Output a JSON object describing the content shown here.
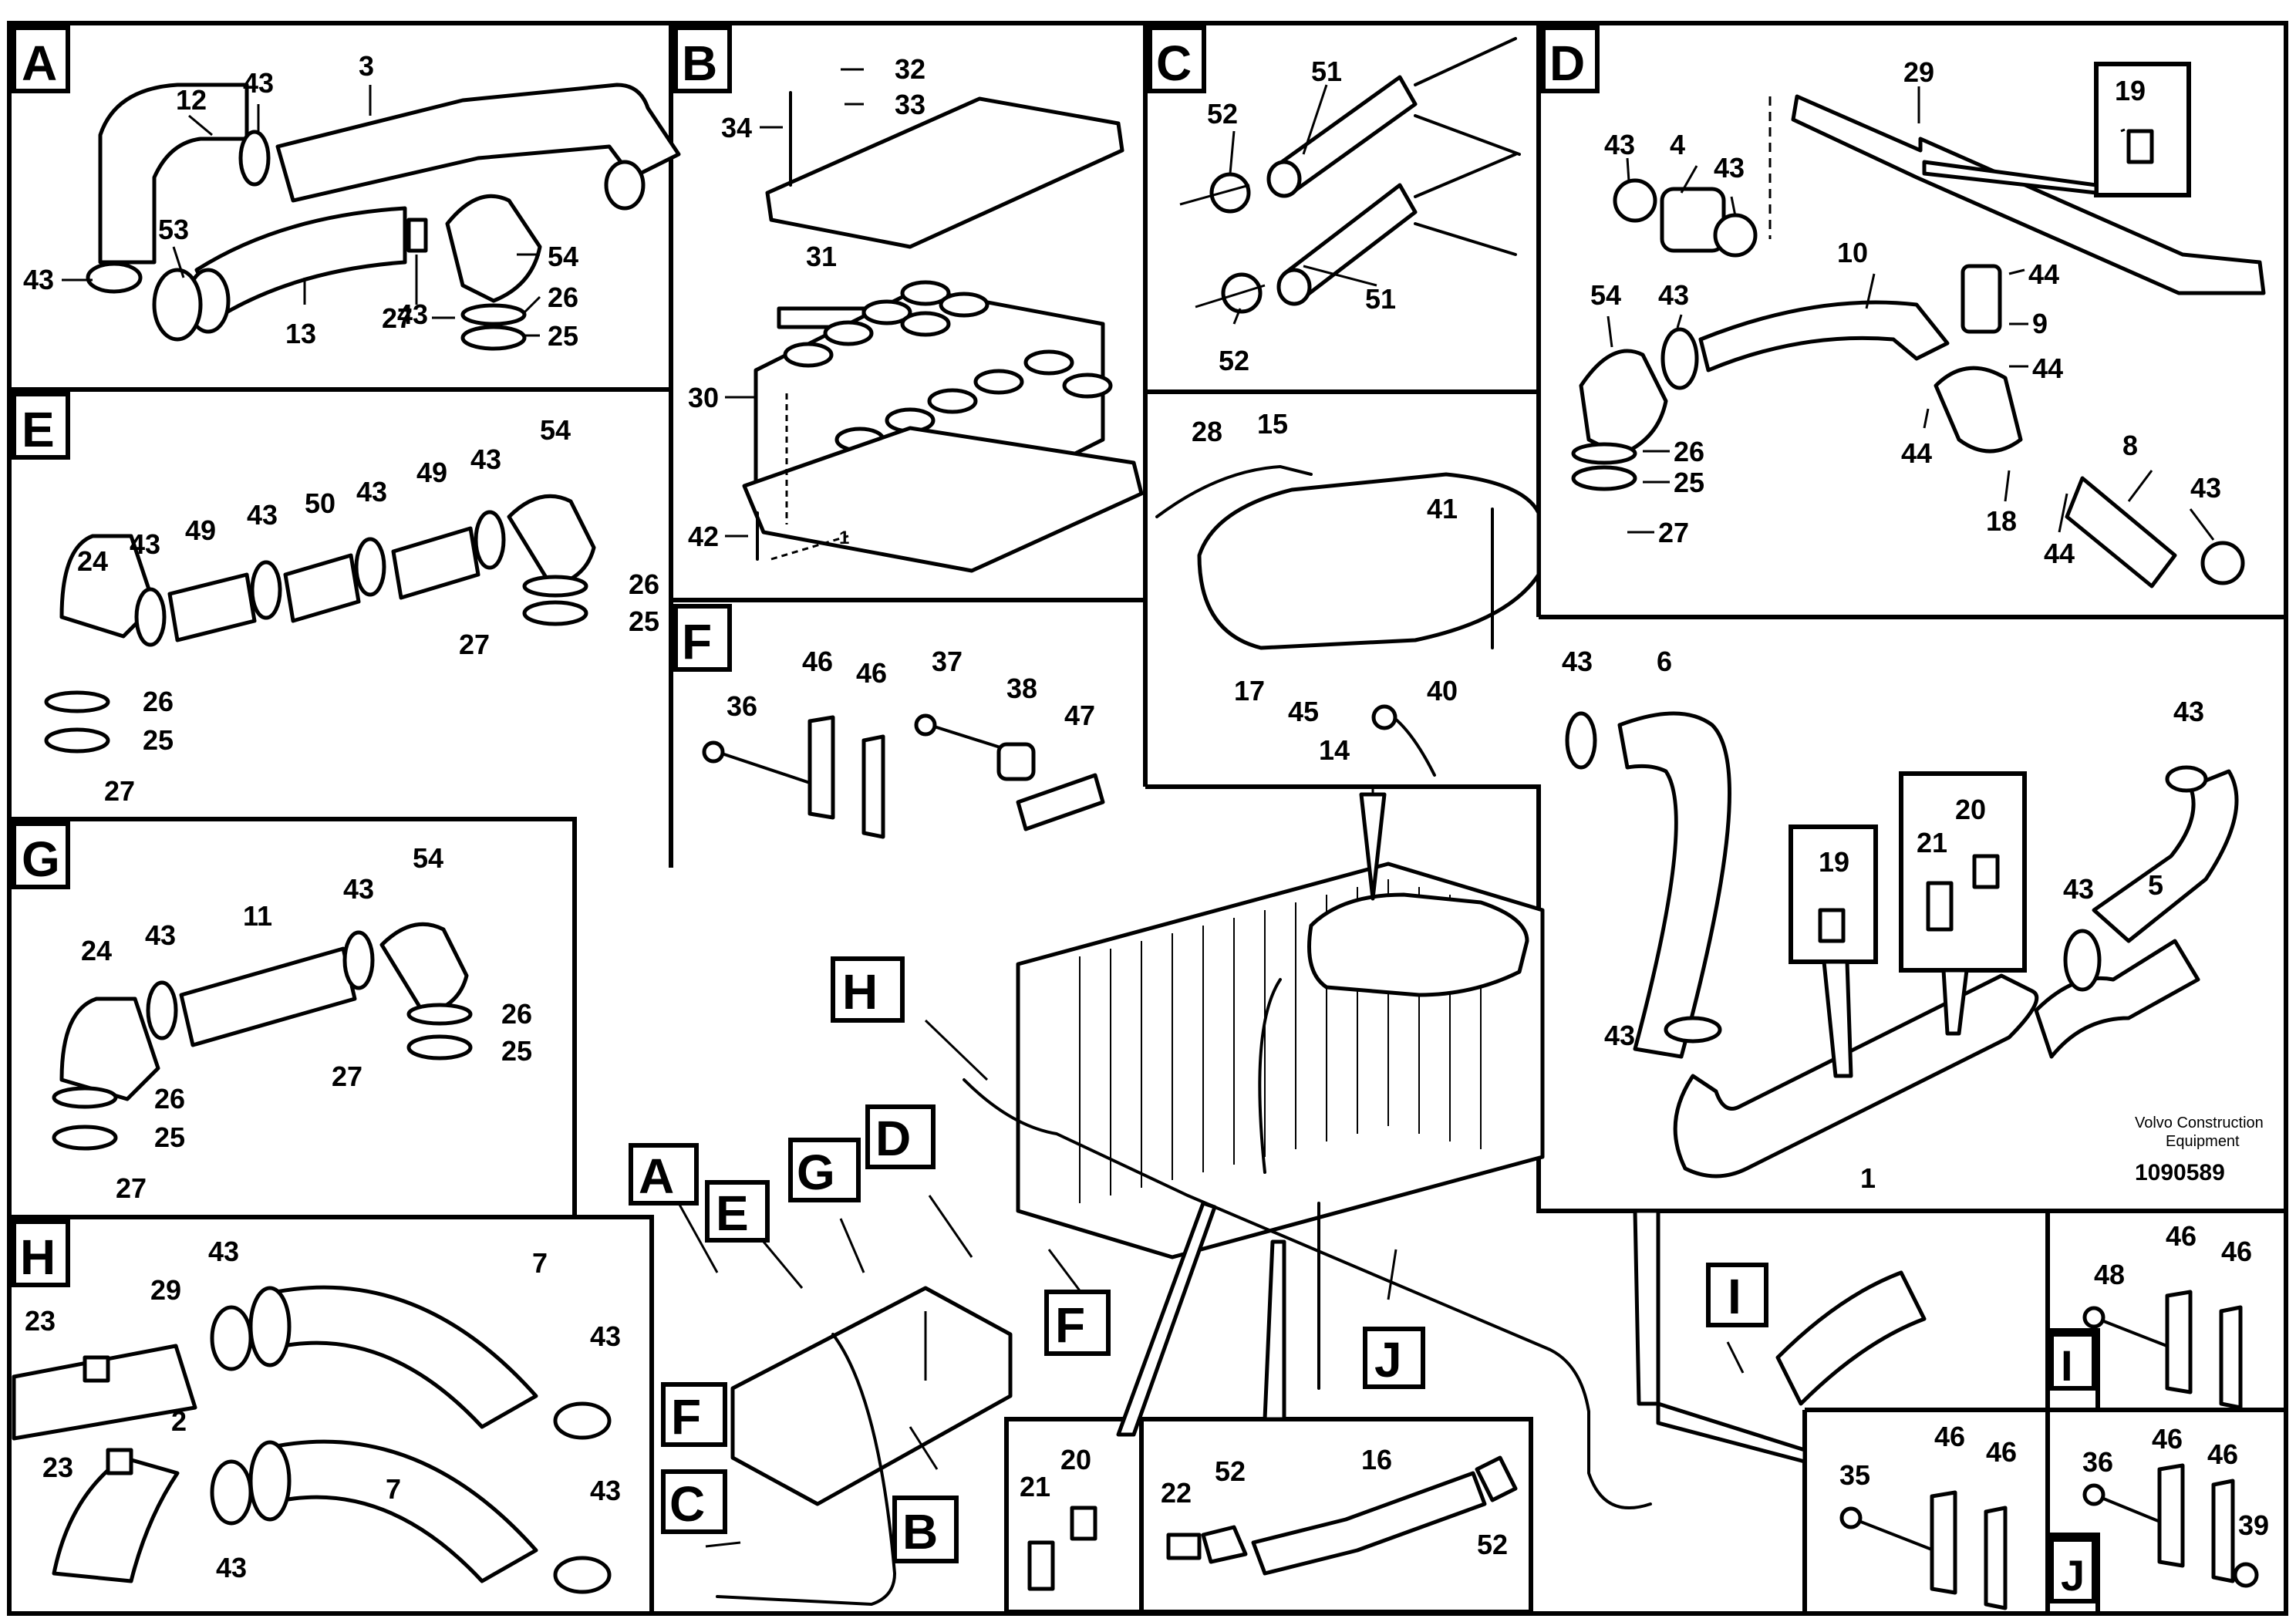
{
  "credit": {
    "line1": "Volvo Construction",
    "line2": "Equipment",
    "doc_number": "1090589"
  },
  "panels": {
    "A": {
      "letter": "A",
      "callouts": [
        "12",
        "43",
        "3",
        "53",
        "54",
        "43",
        "26",
        "13",
        "43",
        "25",
        "27"
      ]
    },
    "B": {
      "letter": "B",
      "callouts": [
        "32",
        "33",
        "34",
        "31",
        "30",
        "42",
        "1"
      ]
    },
    "C": {
      "letter": "C",
      "callouts": [
        "51",
        "52",
        "51",
        "52"
      ]
    },
    "D": {
      "letter": "D",
      "callouts": [
        "29",
        "19",
        "43",
        "4",
        "43",
        "10",
        "44",
        "54",
        "43",
        "9",
        "44",
        "26",
        "25",
        "44",
        "8",
        "27",
        "18",
        "43",
        "44"
      ]
    },
    "E": {
      "letter": "E",
      "callouts": [
        "54",
        "49",
        "43",
        "49",
        "43",
        "50",
        "43",
        "24",
        "43",
        "26",
        "25",
        "27",
        "26",
        "25",
        "27"
      ]
    },
    "F": {
      "letter": "F",
      "callouts": [
        "46",
        "46",
        "37",
        "38",
        "47",
        "36"
      ]
    },
    "G": {
      "letter": "G",
      "callouts": [
        "54",
        "43",
        "11",
        "24",
        "43",
        "26",
        "25",
        "27",
        "26",
        "25",
        "27"
      ]
    },
    "H": {
      "letter": "H",
      "callouts": [
        "43",
        "7",
        "23",
        "29",
        "43",
        "2",
        "23",
        "7",
        "43",
        "43"
      ]
    },
    "I": {
      "letter": "I",
      "callouts": [
        "46",
        "46",
        "48",
        "46",
        "46",
        "35"
      ]
    },
    "J": {
      "letter": "J",
      "callouts": [
        "46",
        "46",
        "36",
        "39"
      ]
    },
    "tank": {
      "callouts": [
        "28",
        "15",
        "41",
        "17",
        "45",
        "40",
        "14"
      ]
    },
    "pipe": {
      "callouts": [
        "43",
        "6",
        "43",
        "20",
        "19",
        "21",
        "5",
        "43",
        "43",
        "1"
      ]
    },
    "hose16": {
      "callouts": [
        "22",
        "52",
        "16",
        "52"
      ]
    },
    "sensor20": {
      "callouts": [
        "20",
        "21"
      ]
    }
  },
  "main_labels": [
    "H",
    "A",
    "E",
    "G",
    "D",
    "F",
    "F",
    "C",
    "B",
    "J",
    "I"
  ]
}
